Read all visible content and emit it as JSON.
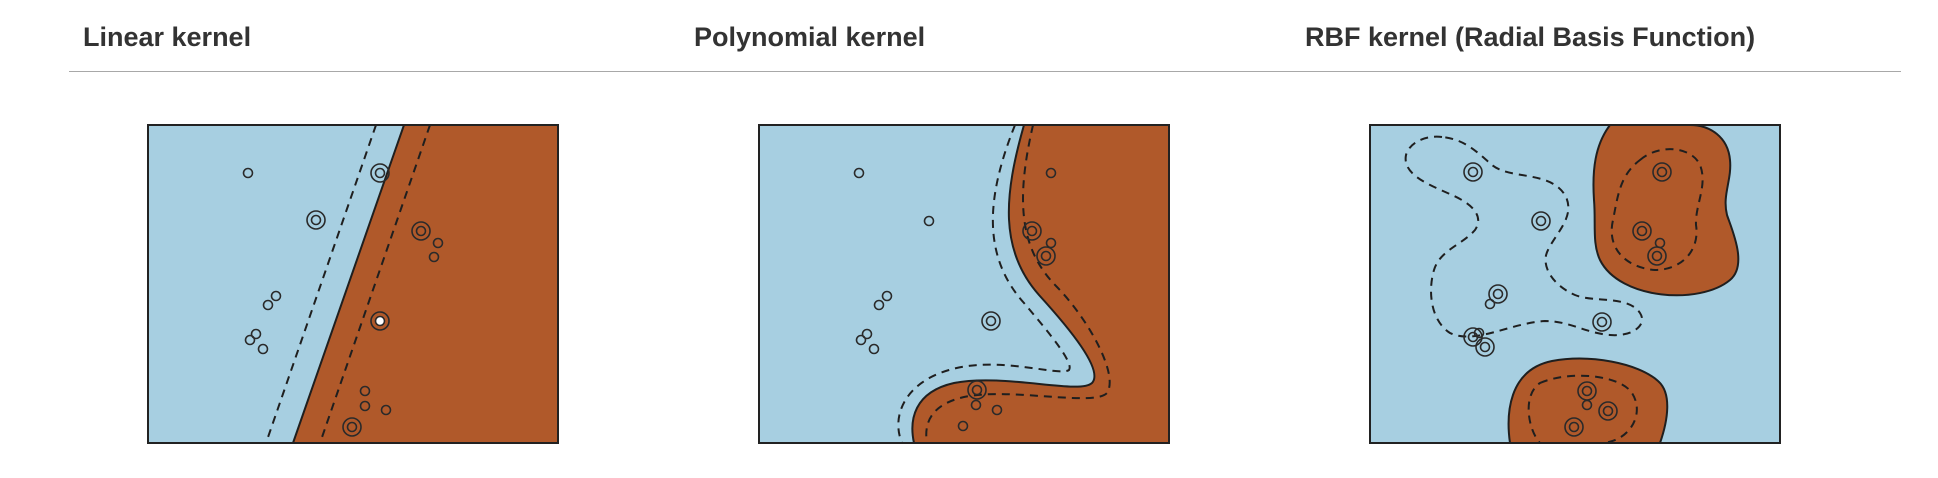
{
  "header": {
    "titles": [
      "Linear kernel",
      "Polynomial kernel",
      "RBF kernel (Radial Basis Function)"
    ]
  },
  "colors": {
    "class_a_region": "#a7cfe1",
    "class_b_region": "#b0592a",
    "boundary": "#1f1f1f",
    "rule": "#a8a8a8",
    "title_text": "#333333"
  }
}
